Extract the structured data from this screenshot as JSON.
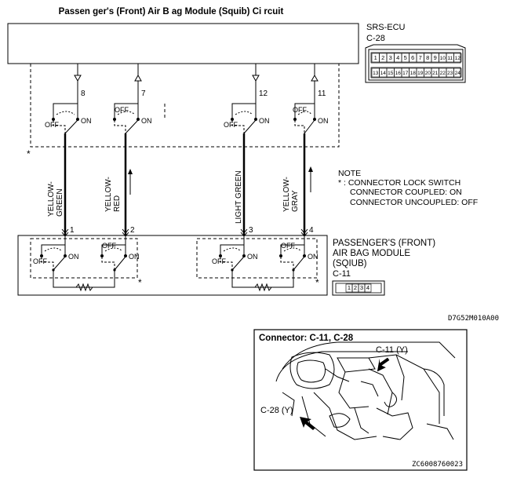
{
  "title": "Passen ger's (Front) Air B ag Module (Squib) Ci  rcuit",
  "ecu": {
    "name": "SRS-ECU",
    "connector": "C-28",
    "pins_top": [
      "1",
      "2",
      "3",
      "4",
      "5",
      "6",
      "7",
      "8",
      "9",
      "10",
      "11",
      "12"
    ],
    "pins_bottom": [
      "13",
      "14",
      "15",
      "16",
      "17",
      "18",
      "19",
      "20",
      "21",
      "22",
      "23",
      "24"
    ],
    "terminals": [
      "8",
      "7",
      "12",
      "11"
    ]
  },
  "switch": {
    "off": "OFF",
    "on": "ON"
  },
  "wires": [
    {
      "line1": "YELLOW-",
      "line2": "GREEN"
    },
    {
      "line1": "YELLOW-",
      "line2": "RED"
    },
    {
      "line1": "LIGHT GREEN",
      "line2": ""
    },
    {
      "line1": "YELLOW-",
      "line2": "GRAY"
    }
  ],
  "module": {
    "line1": "PASSENGER'S (FRONT)",
    "line2": "AIR BAG MODULE",
    "line3": "(SQIUB)",
    "connector": "C-11",
    "pins": [
      "1",
      "2",
      "3",
      "4"
    ],
    "terminals": [
      "1",
      "2",
      "3",
      "4"
    ]
  },
  "note": {
    "heading": "NOTE",
    "line1": "* : CONNECTOR LOCK SWITCH",
    "line2": "CONNECTOR COUPLED: ON",
    "line3": "CONNECTOR UNCOUPLED: OFF"
  },
  "asterisk": "*",
  "diagram_code": "D7G52M010A00",
  "location": {
    "title": "Connector: C-11, C-28",
    "label_c11": "C-11 (Y)",
    "label_c28": "C-28 (Y)",
    "code": "ZC6008760023"
  }
}
